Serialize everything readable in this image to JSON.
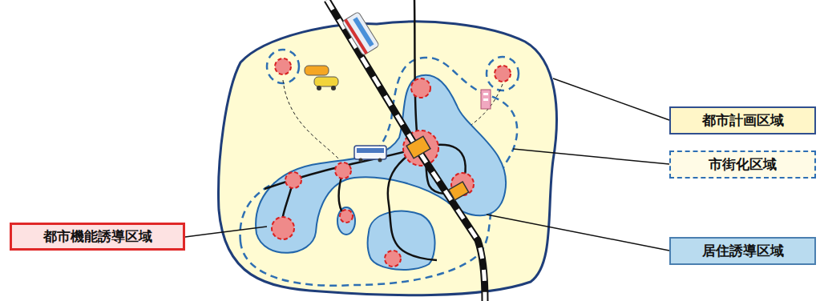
{
  "diagram": {
    "nodes": [
      {
        "text": [
          "都市計画区域"
        ]
      },
      {
        "text": [
          "市街化区域"
        ]
      },
      {
        "text": [
          "都市機能誘導区域"
        ]
      },
      {
        "text": [
          "居住誘導区域"
        ]
      }
    ]
  }
}
